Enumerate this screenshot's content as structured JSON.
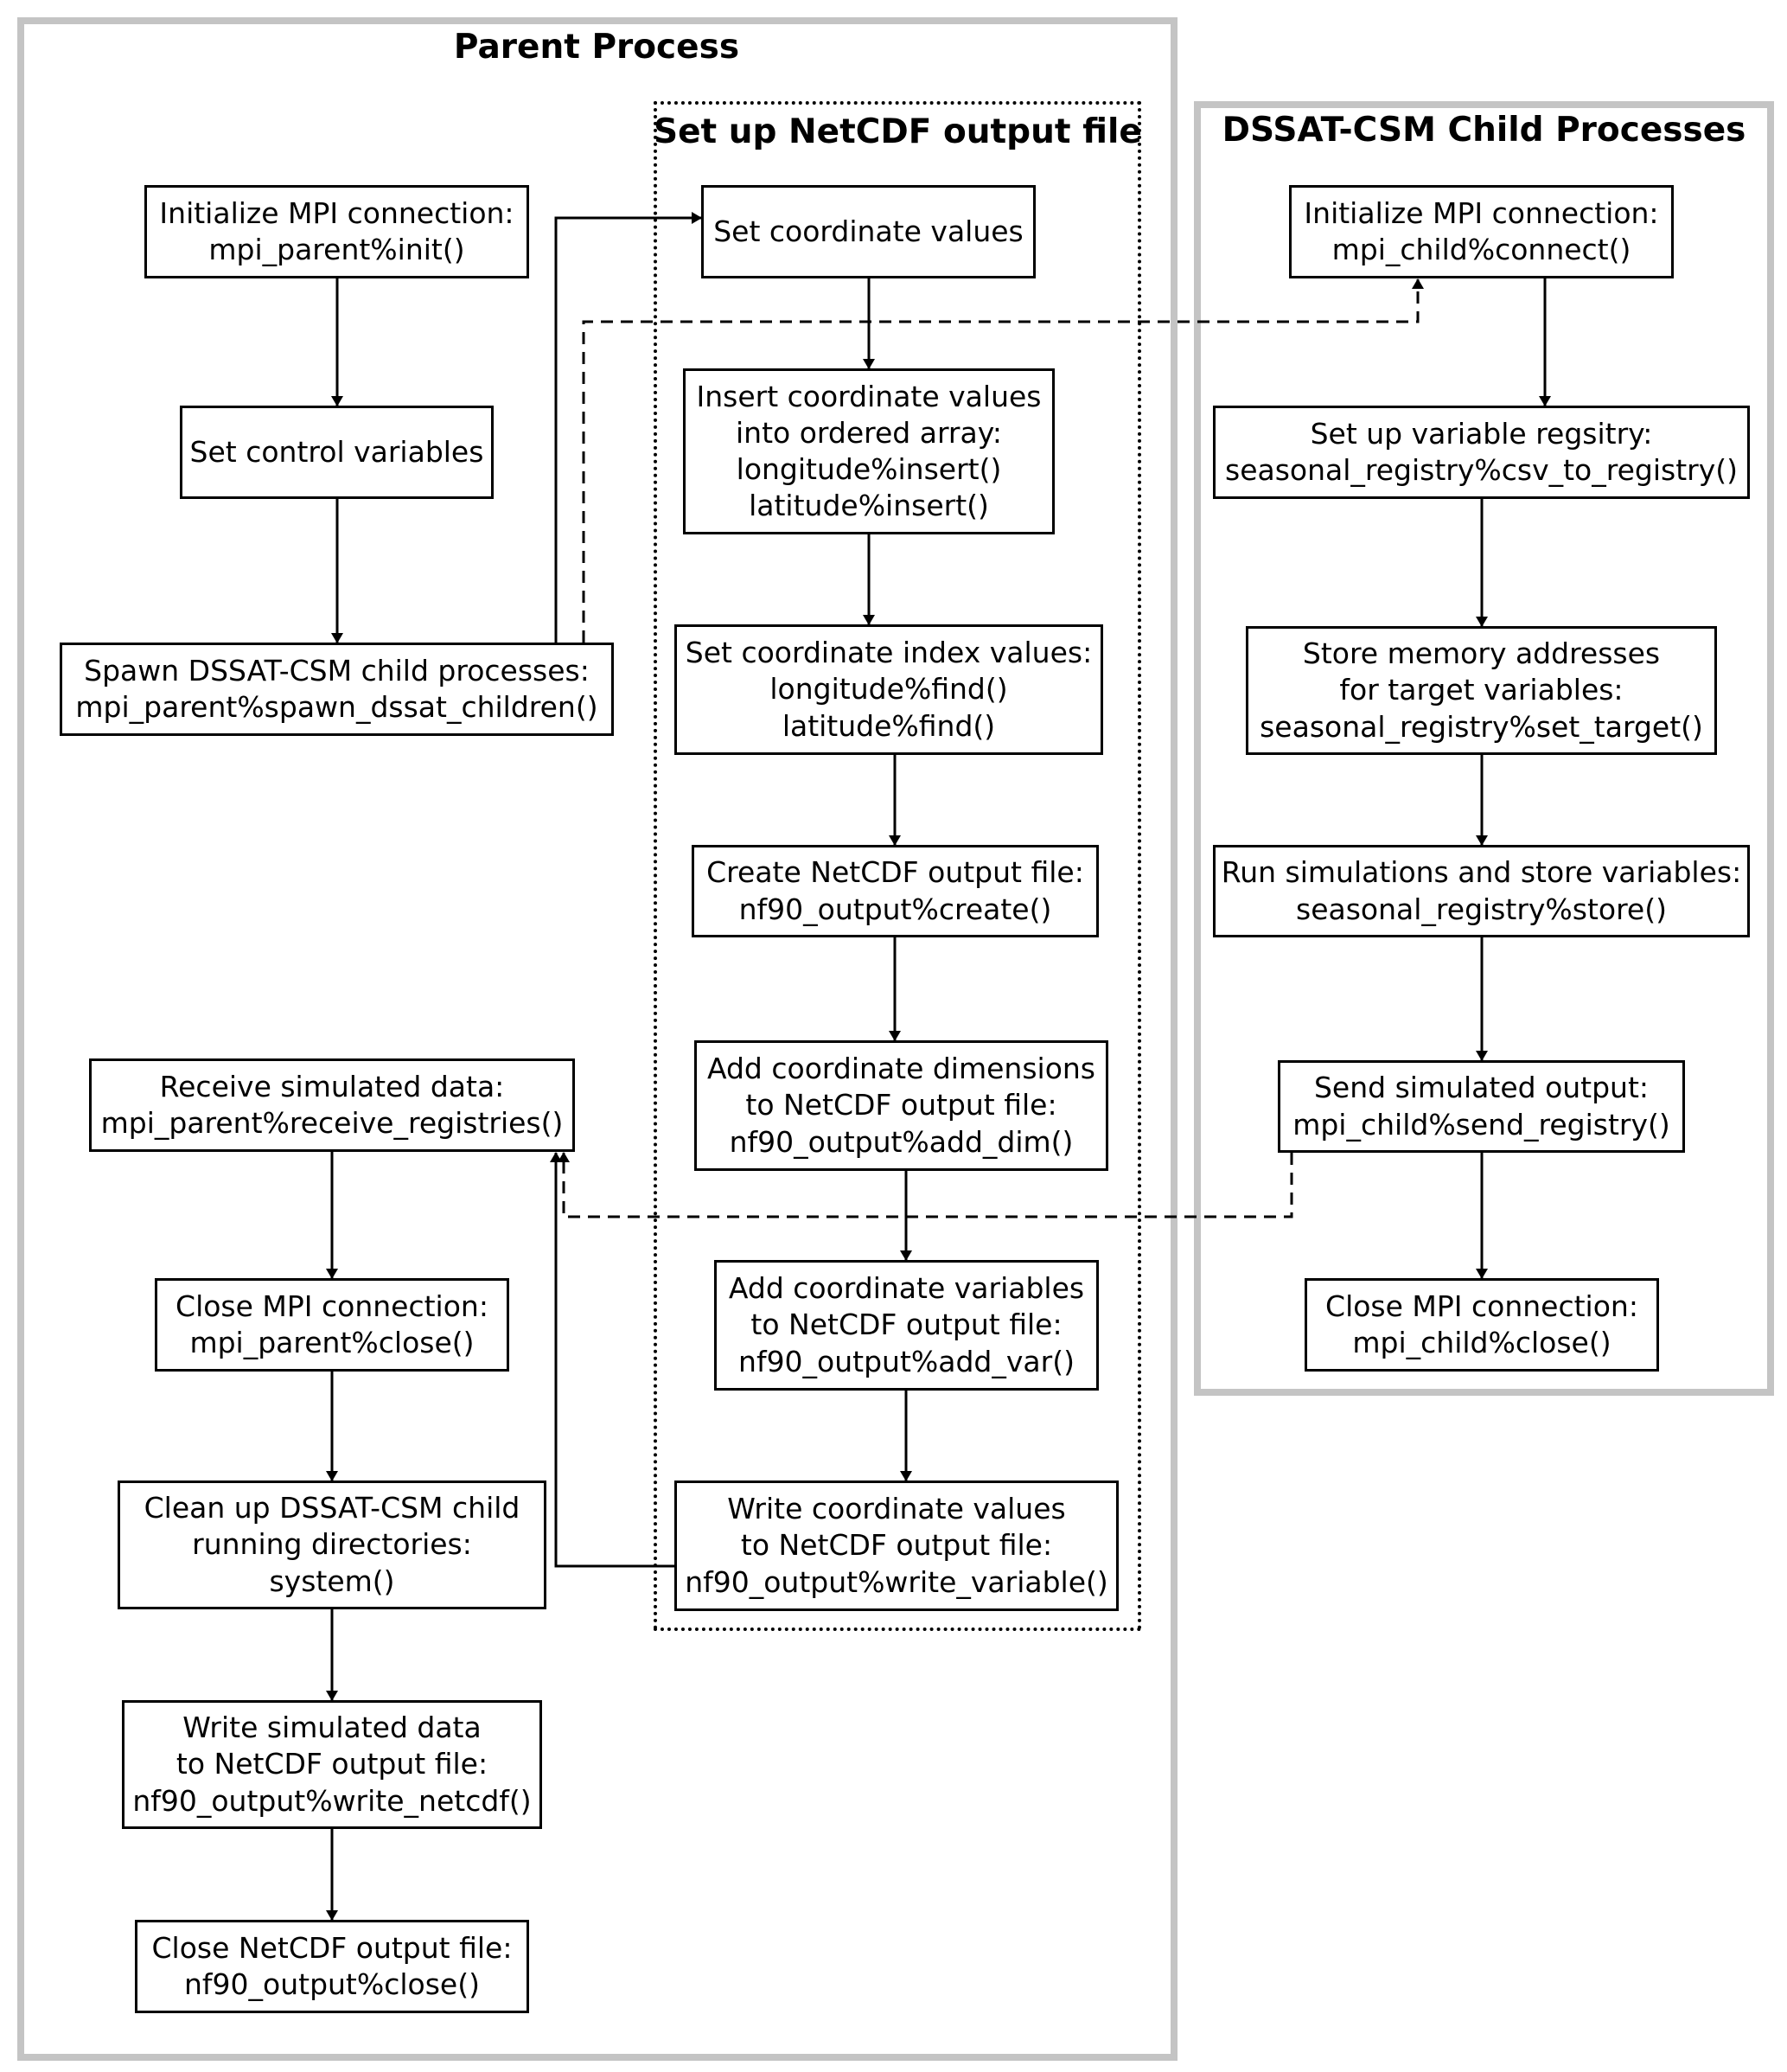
{
  "regions": {
    "parent": {
      "title": "Parent Process"
    },
    "netcdf": {
      "title": "Set up NetCDF output file"
    },
    "child": {
      "title": "DSSAT-CSM Child Processes"
    }
  },
  "colors": {
    "region_border": "#c4c4c4",
    "line": "#000000",
    "background": "#ffffff"
  },
  "nodes": {
    "p_init": {
      "lines": [
        "Initialize MPI connection:",
        "mpi_parent%init()"
      ]
    },
    "p_control": {
      "lines": [
        "Set control variables"
      ]
    },
    "p_spawn": {
      "lines": [
        "Spawn DSSAT-CSM child processes:",
        "mpi_parent%spawn_dssat_children()"
      ]
    },
    "p_receive": {
      "lines": [
        "Receive simulated data:",
        "mpi_parent%receive_registries()"
      ]
    },
    "p_close": {
      "lines": [
        "Close MPI connection:",
        "mpi_parent%close()"
      ]
    },
    "p_cleanup": {
      "lines": [
        "Clean up DSSAT-CSM child",
        "running directories:",
        "system()"
      ]
    },
    "p_write": {
      "lines": [
        "Write simulated data",
        "to NetCDF output file:",
        "nf90_output%write_netcdf()"
      ]
    },
    "p_closenc": {
      "lines": [
        "Close NetCDF output file:",
        "nf90_output%close()"
      ]
    },
    "n_coord": {
      "lines": [
        "Set coordinate values"
      ]
    },
    "n_insert": {
      "lines": [
        "Insert coordinate values",
        "into ordered array:",
        "longitude%insert()",
        "latitude%insert()"
      ]
    },
    "n_index": {
      "lines": [
        "Set coordinate index values:",
        "longitude%find()",
        "latitude%find()"
      ]
    },
    "n_create": {
      "lines": [
        "Create NetCDF output file:",
        "nf90_output%create()"
      ]
    },
    "n_adddim": {
      "lines": [
        "Add coordinate dimensions",
        "to NetCDF output file:",
        "nf90_output%add_dim()"
      ]
    },
    "n_addvar": {
      "lines": [
        "Add coordinate variables",
        "to NetCDF output file:",
        "nf90_output%add_var()"
      ]
    },
    "n_writevar": {
      "lines": [
        "Write coordinate values",
        "to NetCDF output file:",
        "nf90_output%write_variable()"
      ]
    },
    "c_init": {
      "lines": [
        "Initialize MPI connection:",
        "mpi_child%connect()"
      ]
    },
    "c_registry": {
      "lines": [
        "Set up variable regsitry:",
        "seasonal_registry%csv_to_registry()"
      ]
    },
    "c_store": {
      "lines": [
        "Store memory addresses",
        "for target variables:",
        "seasonal_registry%set_target()"
      ]
    },
    "c_run": {
      "lines": [
        "Run simulations and store variables:",
        "seasonal_registry%store()"
      ]
    },
    "c_send": {
      "lines": [
        "Send simulated output:",
        "mpi_child%send_registry()"
      ]
    },
    "c_close": {
      "lines": [
        "Close MPI connection:",
        "mpi_child%close()"
      ]
    }
  }
}
